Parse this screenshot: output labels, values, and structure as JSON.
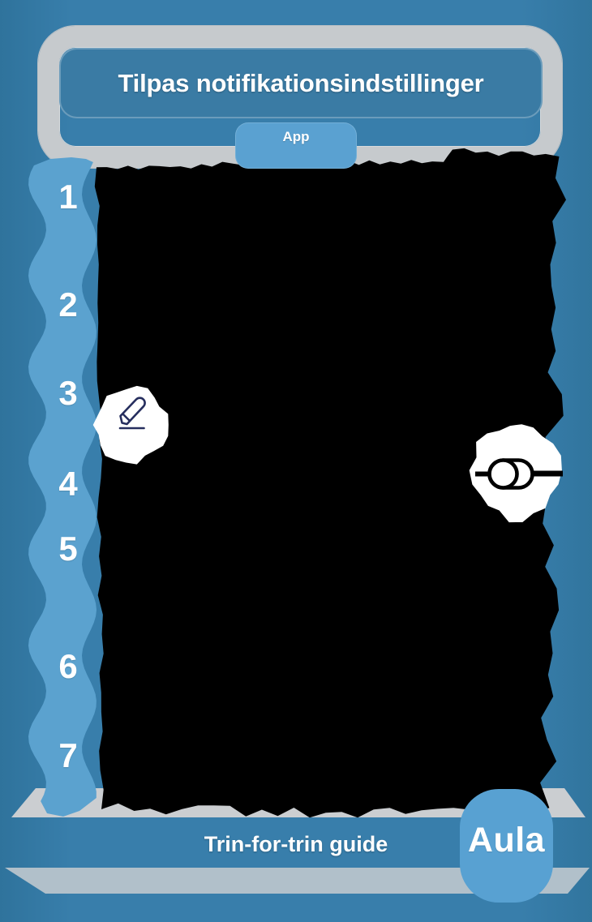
{
  "header": {
    "title": "Tilpas notifikationsindstillinger",
    "platform_badge": "App"
  },
  "steps": [
    {
      "number": "1"
    },
    {
      "number": "2"
    },
    {
      "number": "3"
    },
    {
      "number": "4"
    },
    {
      "number": "5"
    },
    {
      "number": "6"
    },
    {
      "number": "7"
    }
  ],
  "icons": {
    "step3_icon": "pencil-edit-icon",
    "step4_icon": "toggle-switch-icon"
  },
  "footer": {
    "guide_label": "Trin-for-trin guide",
    "brand": "Aula"
  },
  "colors": {
    "page_background": "#387eab",
    "frame_gray": "#c6cacd",
    "title_box_blue": "#3a7ba4",
    "badge_blue": "#5aa1d1",
    "step_rail_blue": "#5ba2cf",
    "ribbon_light_gray": "#cbced1",
    "ribbon_blue_gray": "#b1c0ca",
    "brand_blob_blue": "#58a1d2",
    "redaction_black": "#000000",
    "pencil_icon_navy": "#262e5e",
    "text_white": "#ffffff"
  }
}
